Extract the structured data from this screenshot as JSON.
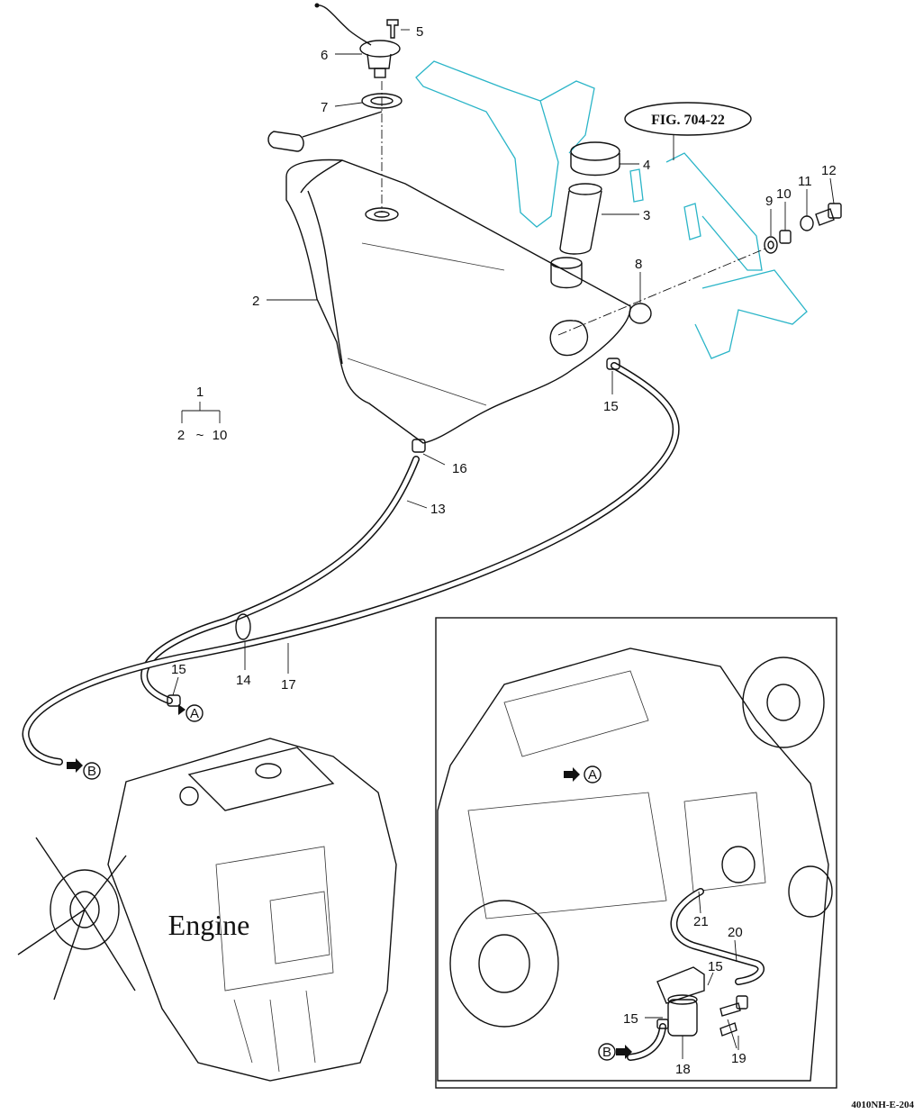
{
  "diagram": {
    "figure_ref": "FIG. 704-22",
    "engine_label": "Engine",
    "drawing_code": "4010NH-E-204",
    "connectors": [
      "A",
      "B"
    ],
    "assembly": {
      "top": "1",
      "range_from": "2",
      "range_sep": "~",
      "range_to": "10"
    },
    "callouts": {
      "c2": "2",
      "c3": "3",
      "c4": "4",
      "c5": "5",
      "c6": "6",
      "c7": "7",
      "c8": "8",
      "c9": "9",
      "c10": "10",
      "c11": "11",
      "c12": "12",
      "c13": "13",
      "c14": "14",
      "c15": "15",
      "c16": "16",
      "c17": "17",
      "c18": "18",
      "c19": "19",
      "c20": "20",
      "c21": "21"
    },
    "colors": {
      "line": "#111111",
      "bracket": "#2bb5c8",
      "background": "#ffffff"
    }
  }
}
